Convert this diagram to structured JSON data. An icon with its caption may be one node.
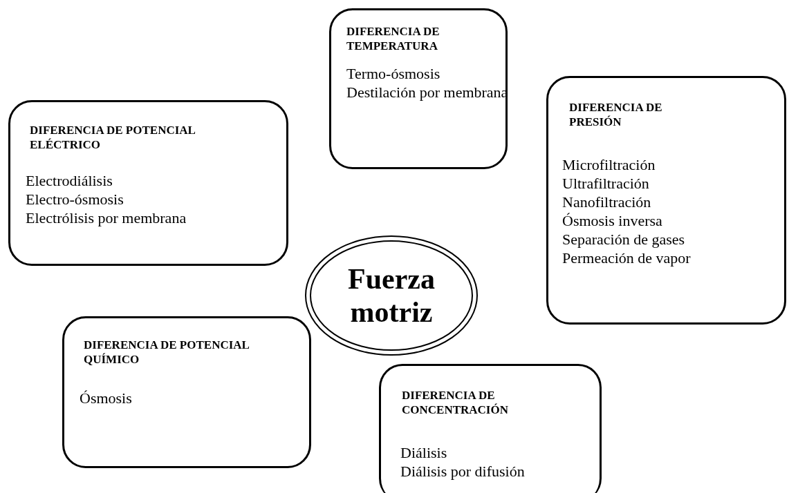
{
  "diagram": {
    "nodes": [
      {
        "text": [
          "DIFERENCIA DE TEMPERATURA",
          "Termo-ósmosis",
          "Destilación por membrana"
        ]
      },
      {
        "text": [
          "DIFERENCIA DE PRESIÓN",
          "Microfiltración",
          "Ultrafiltración",
          "Nanofiltración",
          "Ósmosis inversa",
          "Separación de gases",
          "Permeación de vapor"
        ]
      },
      {
        "text": [
          "DIFERENCIA DE POTENCIAL ELÉCTRICO",
          "Electrodiálisis",
          "Electro-ósmosis",
          "Electrólisis por membrana"
        ]
      },
      {
        "text": [
          "Fuerza motriz"
        ]
      },
      {
        "text": [
          "DIFERENCIA DE POTENCIAL QUÍMICO",
          "Ósmosis"
        ]
      },
      {
        "text": [
          "DIFERENCIA DE CONCENTRACIÓN",
          "Diálisis",
          "Diálisis por difusión"
        ]
      }
    ],
    "edges": []
  }
}
